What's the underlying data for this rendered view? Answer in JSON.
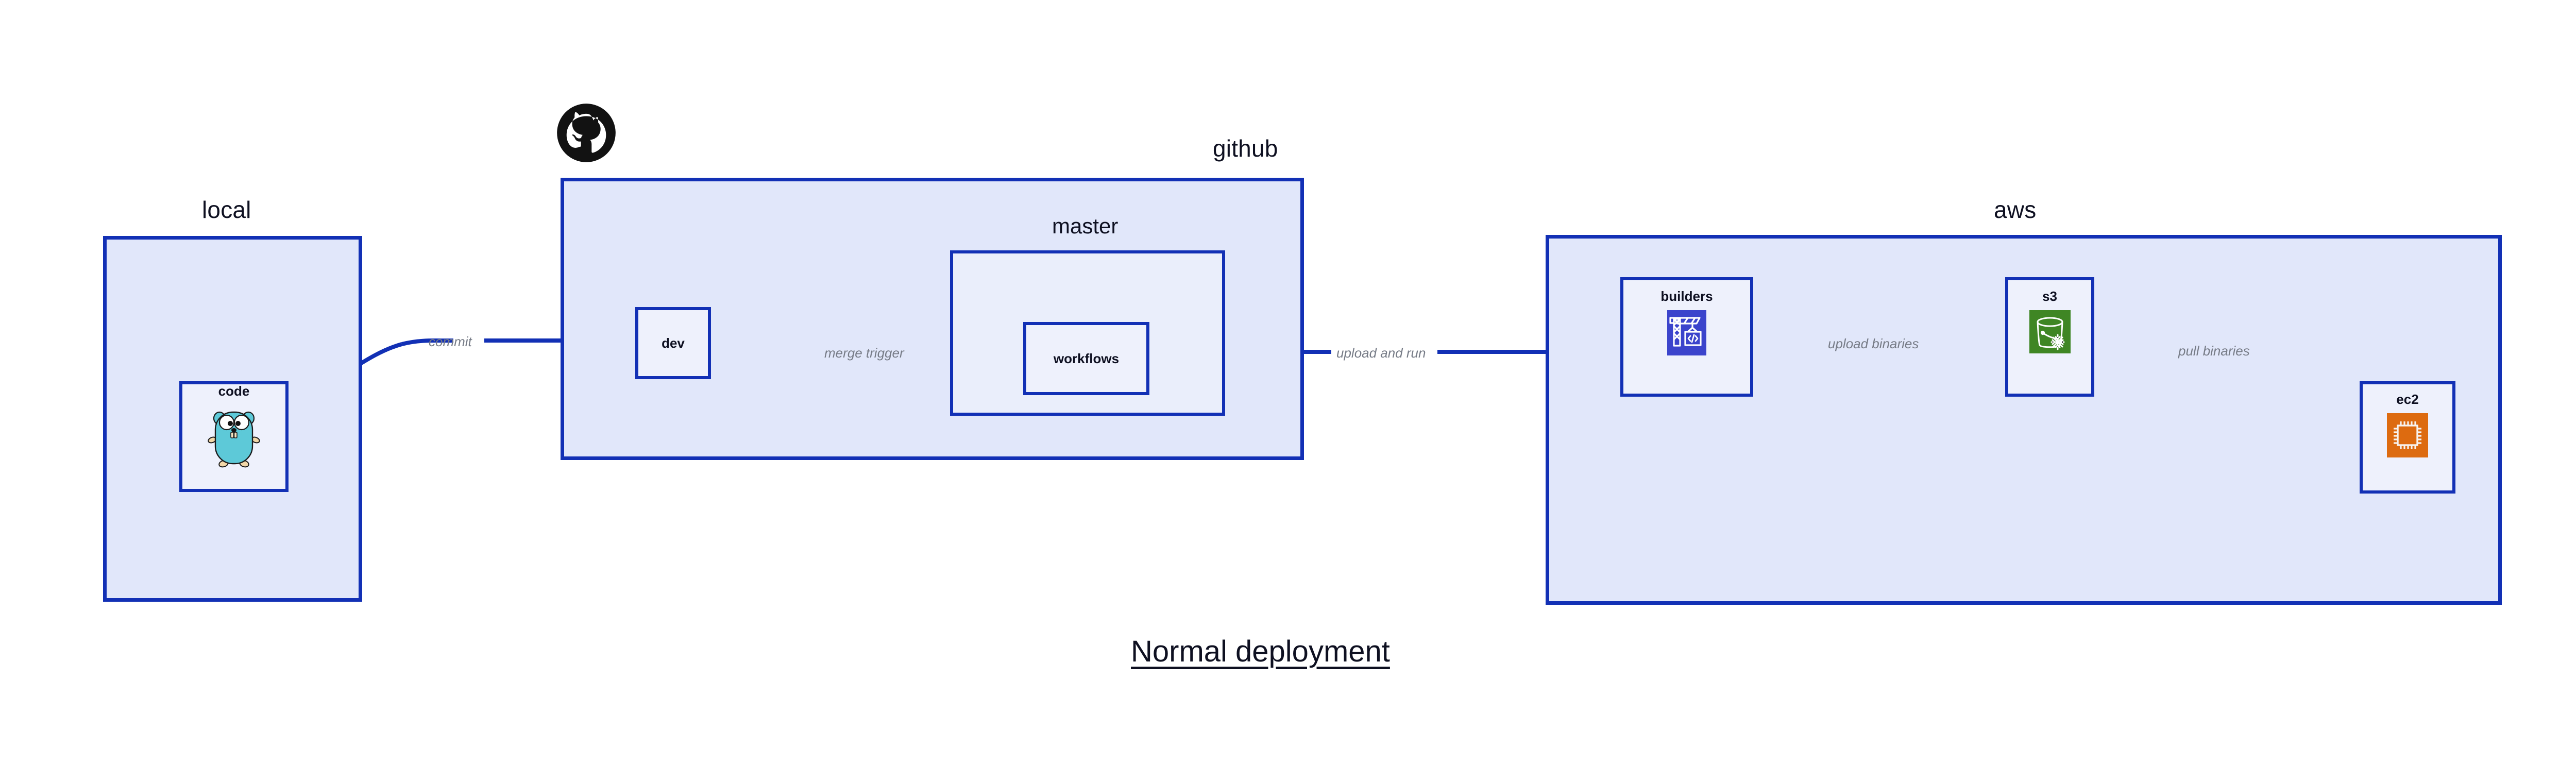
{
  "diagram": {
    "title": "Normal deployment",
    "colors": {
      "border": "#1230b5",
      "group_fill": "#e1e7fa",
      "subgroup_fill": "#eaeefb",
      "node_fill": "#eef1fc",
      "edge_label": "#767b86",
      "text": "#0e1021",
      "codebuild_blue": "#3b44cc",
      "s3_green": "#3f8624",
      "ec2_orange": "#dd6b10",
      "gopher_cyan": "#5dc9d8",
      "octocat_black": "#121212"
    }
  },
  "groups": [
    {
      "id": "local",
      "label": "local"
    },
    {
      "id": "github",
      "label": "github"
    },
    {
      "id": "aws",
      "label": "aws"
    }
  ],
  "subgroups": [
    {
      "id": "master",
      "label": "master",
      "parent": "github"
    }
  ],
  "nodes": [
    {
      "id": "code",
      "label": "code",
      "parent": "local",
      "icon": "go-gopher-icon"
    },
    {
      "id": "dev",
      "label": "dev",
      "parent": "github",
      "icon": ""
    },
    {
      "id": "workflows",
      "label": "workflows",
      "parent": "master",
      "icon": ""
    },
    {
      "id": "builders",
      "label": "builders",
      "parent": "aws",
      "icon": "aws-codebuild-icon"
    },
    {
      "id": "s3",
      "label": "s3",
      "parent": "aws",
      "icon": "aws-s3-glacier-icon"
    },
    {
      "id": "ec2",
      "label": "ec2",
      "parent": "aws",
      "icon": "aws-ec2-icon"
    }
  ],
  "edges": [
    {
      "id": "commit",
      "label": "commit",
      "from": "code",
      "to": "dev"
    },
    {
      "id": "merge-trigger",
      "label": "merge trigger",
      "from": "dev",
      "to": "workflows"
    },
    {
      "id": "upload-and-run",
      "label": "upload and run",
      "from": "workflows",
      "to": "builders"
    },
    {
      "id": "upload-binaries",
      "label": "upload binaries",
      "from": "builders",
      "to": "s3"
    },
    {
      "id": "pull-binaries",
      "label": "pull binaries",
      "from": "s3",
      "to": "ec2"
    }
  ],
  "logos": [
    {
      "id": "github-logo",
      "name": "github-octocat-logo"
    }
  ]
}
